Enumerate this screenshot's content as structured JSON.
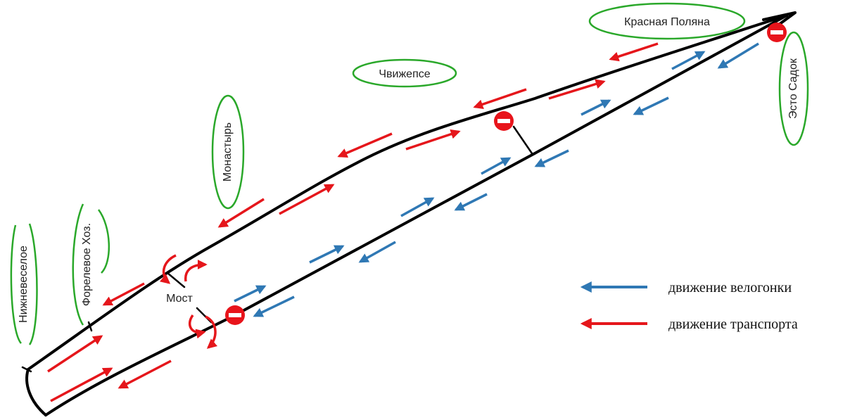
{
  "places": {
    "krasnaya_polyana": "Красная Поляна",
    "chvizhepse": "Чвижепсе",
    "monastyr": "Монастырь",
    "forelevoe": "Форелевое Хоз.",
    "nizhneveseloe": "Нижневеселое",
    "esto_sadok": "Эсто Садок",
    "most": "Мост"
  },
  "legend": {
    "bike": "движение велогонки",
    "transport": "движение транспорта"
  },
  "colors": {
    "bike": "#2f78b4",
    "transport": "#e5161b",
    "road": "#000000",
    "oval": "#2aa82a",
    "no_entry": "#e8141b"
  },
  "icons": {
    "no_entry": "no-entry-icon",
    "arrow": "arrow-icon"
  }
}
